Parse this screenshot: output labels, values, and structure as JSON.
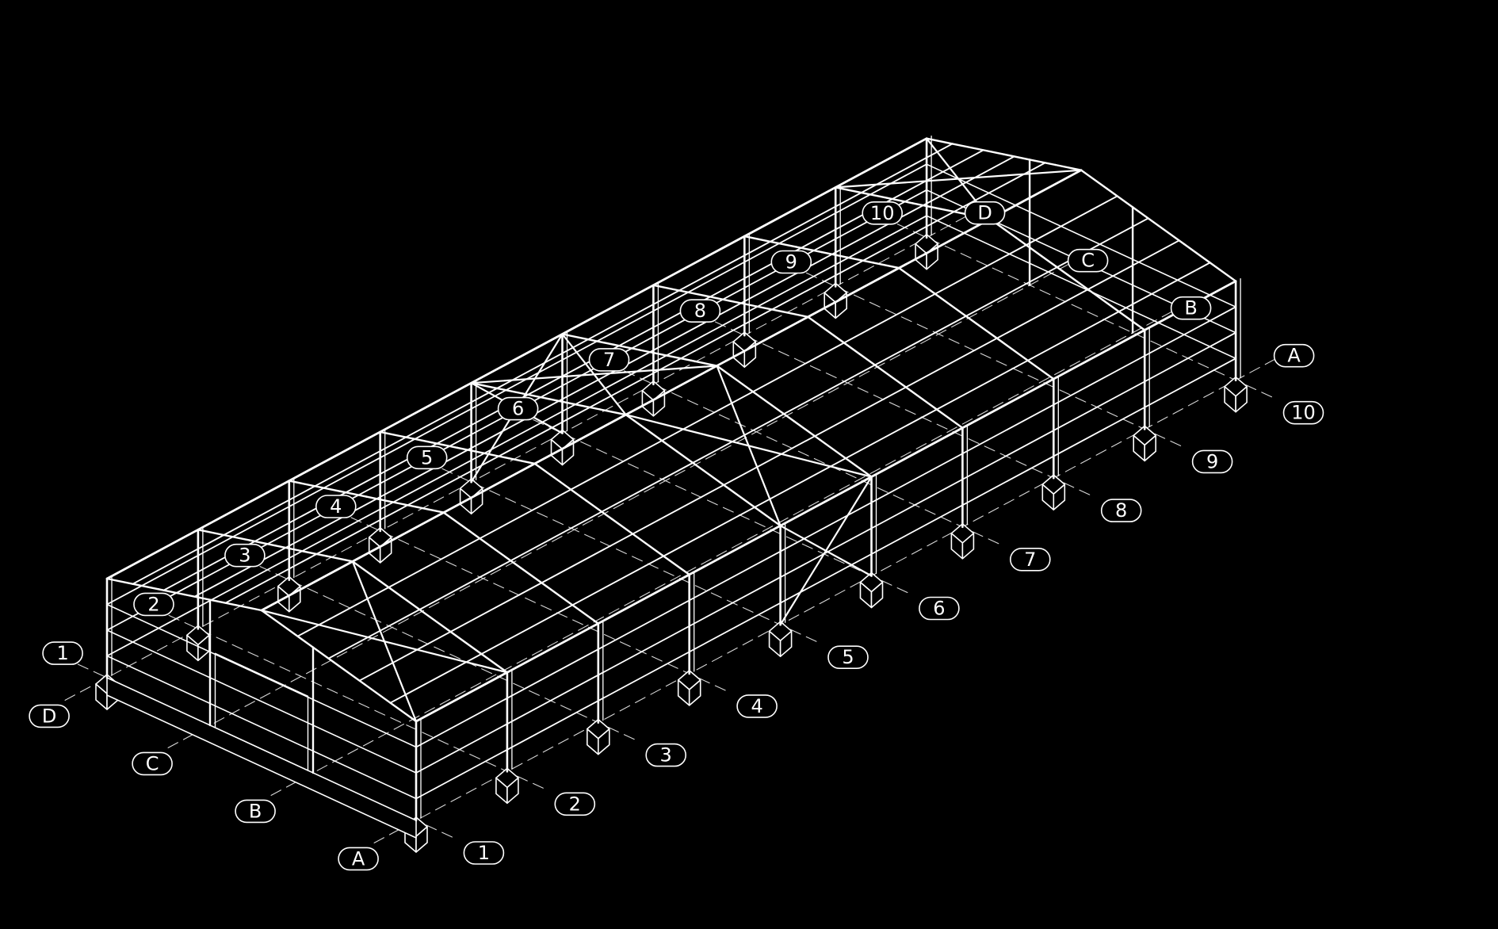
{
  "drawing": {
    "background_color": "#000000",
    "line_color": "#ffffff",
    "axis_line_color": "#d8d8d8"
  },
  "grid": {
    "frames": [
      "1",
      "2",
      "3",
      "4",
      "5",
      "6",
      "7",
      "8",
      "9",
      "10"
    ],
    "frame_tags_left": [
      "1",
      "2",
      "3",
      "4",
      "5",
      "6",
      "7",
      "8",
      "9",
      "10"
    ],
    "frame_tags_right": [
      "1",
      "2",
      "3",
      "4",
      "5",
      "6",
      "7",
      "8",
      "9",
      "10"
    ],
    "rows": [
      "A",
      "B",
      "C",
      "D"
    ],
    "row_tags_front": [
      "A",
      "B",
      "C",
      "D"
    ],
    "row_tags_back": [
      "A",
      "B",
      "C",
      "D"
    ]
  }
}
